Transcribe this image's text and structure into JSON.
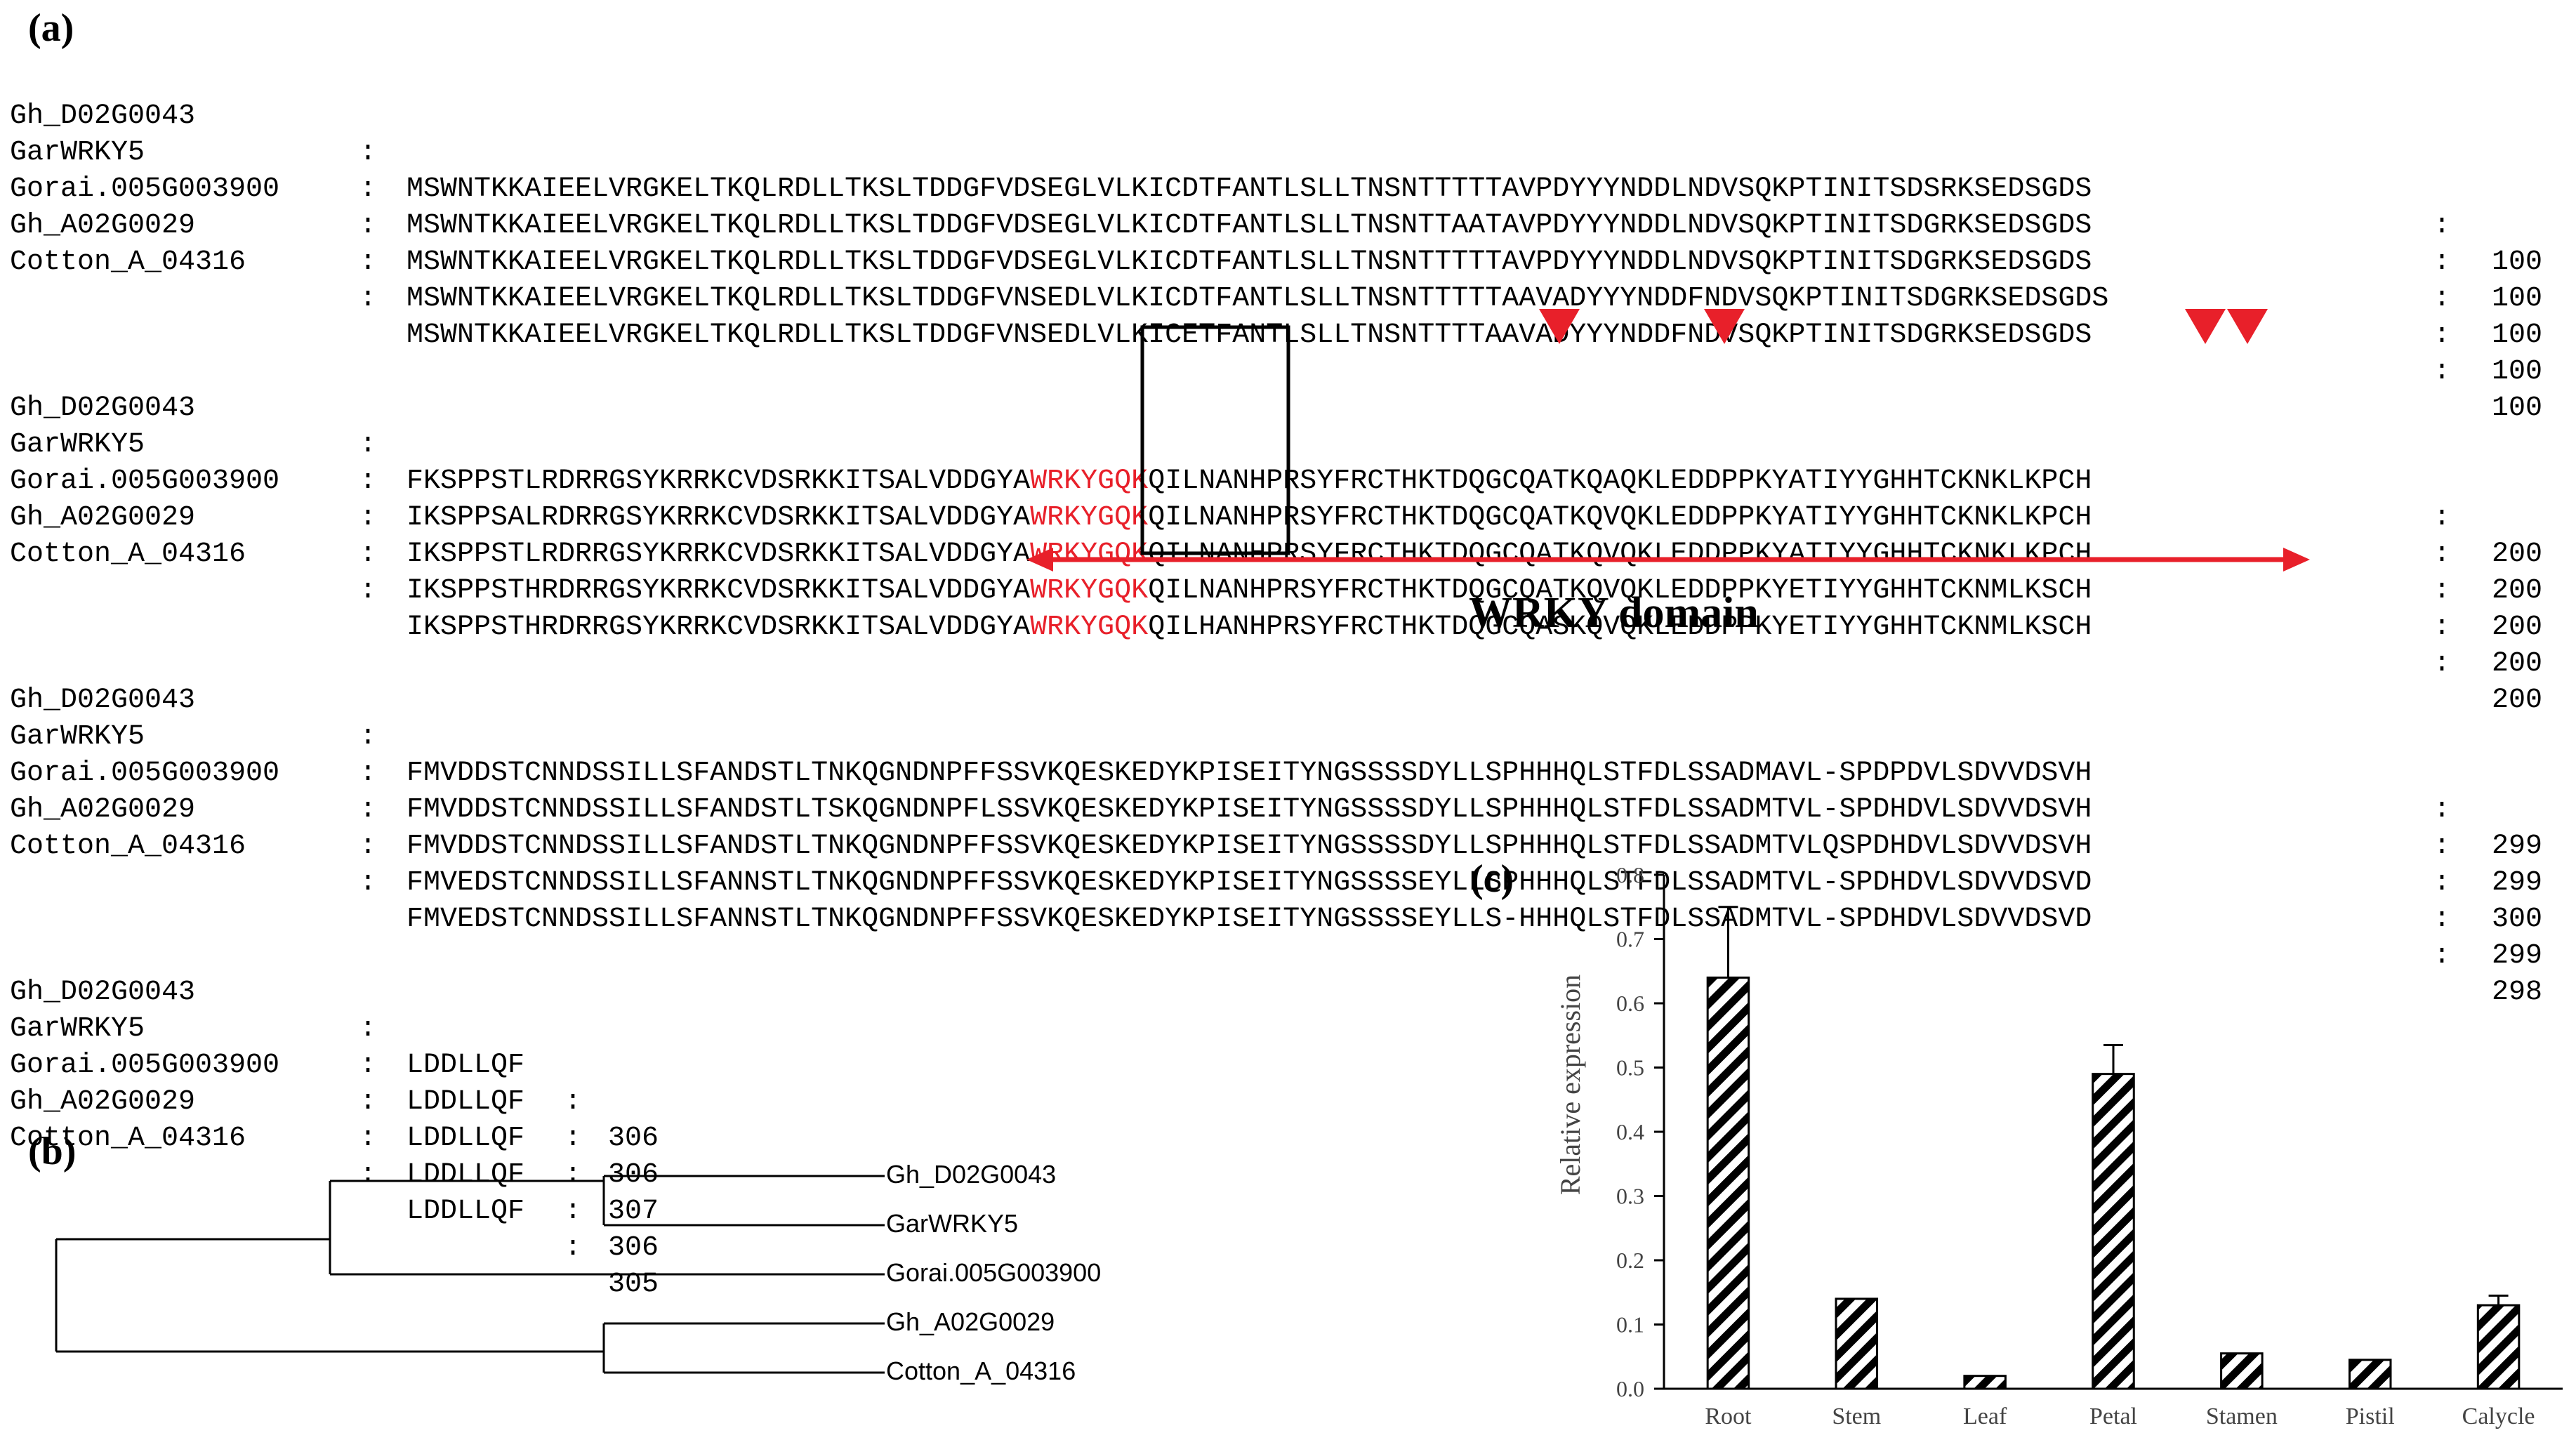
{
  "panel_labels": {
    "a": "(a)",
    "b": "(b)",
    "c": "(c)"
  },
  "alignment_blocks": [
    {
      "rows": [
        {
          "name": "Gh_D02G0043",
          "seq": "MSWNTKKAIEELVRGKELTKQLRDLLTKSLTDDGFVDSEGLVLKICDTFANTLSLLTNSNTTTTTAVPDYYYNDDLNDVSQKPTINITSDSRKSEDSGDS",
          "count": "100"
        },
        {
          "name": "GarWRKY5",
          "seq": "MSWNTKKAIEELVRGKELTKQLRDLLTKSLTDDGFVDSEGLVLKICDTFANTLSLLTNSNTTAATAVPDYYYNDDLNDVSQKPTINITSDGRKSEDSGDS",
          "count": "100"
        },
        {
          "name": "Gorai.005G003900",
          "seq": "MSWNTKKAIEELVRGKELTKQLRDLLTKSLTDDGFVDSEGLVLKICDTFANTLSLLTNSNTTTTTAVPDYYYNDDLNDVSQKPTINITSDGRKSEDSGDS",
          "count": "100"
        },
        {
          "name": "Gh_A02G0029",
          "seq": "MSWNTKKAIEELVRGKELTKQLRDLLTKSLTDDGFVNSEDLVLKICDTFANTLSLLTNSNTTTTTAAVADYYYNDDFNDVSQKPTINITSDGRKSEDSGDS",
          "count": "100"
        },
        {
          "name": "Cotton_A_04316",
          "seq": "MSWNTKKAIEELVRGKELTKQLRDLLTKSLTDDGFVNSEDLVLKICETFANTLSLLTNSNTTTTAAVADYYYNDDFNDVSQKPTINITSDGRKSEDSGDS",
          "count": "100"
        }
      ]
    },
    {
      "rows": [
        {
          "name": "Gh_D02G0043",
          "pre": "FKSPPSTLRDRRGSYKRRKCVDSRKKITSALVDDGYA",
          "motif": "WRKYGQK",
          "post": "QILNANHPRSYFRCTHKTDQGCQATKQAQKLEDDPPKYATIYYGHHTCKNKLKPCH",
          "count": "200"
        },
        {
          "name": "GarWRKY5",
          "pre": "IKSPPSALRDRRGSYKRRKCVDSRKKITSALVDDGYA",
          "motif": "WRKYGQK",
          "post": "QILNANHPRSYFRCTHKTDQGCQATKQVQKLEDDPPKYATIYYGHHTCKNKLKPCH",
          "count": "200"
        },
        {
          "name": "Gorai.005G003900",
          "pre": "IKSPPSTLRDRRGSYKRRKCVDSRKKITSALVDDGYA",
          "motif": "WRKYGQK",
          "post": "QILNANHPRSYFRCTHKTDQGCQATKQVQKLEDDPPKYATIYYGHHTCKNKLKPCH",
          "count": "200"
        },
        {
          "name": "Gh_A02G0029",
          "pre": "IKSPPSTHRDRRGSYKRRKCVDSRKKITSALVDDGYA",
          "motif": "WRKYGQK",
          "post": "QILNANHPRSYFRCTHKTDQGCQATKQVQKLEDDPPKYETIYYGHHTCKNMLKSCH",
          "count": "200"
        },
        {
          "name": "Cotton_A_04316",
          "pre": "IKSPPSTHRDRRGSYKRRKCVDSRKKITSALVDDGYA",
          "motif": "WRKYGQK",
          "post": "QILHANHPRSYFRCTHKTDQGCQASKQVQKLEDDPPKYETIYYGHHTCKNMLKSCH",
          "count": "200"
        }
      ],
      "domain_label": "WRKY domain"
    },
    {
      "rows": [
        {
          "name": "Gh_D02G0043",
          "seq": "FMVDDSTCNNDSSILLSFANDSTLTNKQGNDNPFFSSVKQESKEDYKPISEITYNGSSSSDYLLSPHHHQLSTFDLSSADMAVL-SPDPDVLSDVVDSVH",
          "count": "299"
        },
        {
          "name": "GarWRKY5",
          "seq": "FMVDDSTCNNDSSILLSFANDSTLTSKQGNDNPFLSSVKQESKEDYKPISEITYNGSSSSDYLLSPHHHQLSTFDLSSADMTVL-SPDHDVLSDVVDSVH",
          "count": "299"
        },
        {
          "name": "Gorai.005G003900",
          "seq": "FMVDDSTCNNDSSILLSFANDSTLTNKQGNDNPFFSSVKQESKEDYKPISEITYNGSSSSDYLLSPHHHQLSTFDLSSADMTVLQSPDHDVLSDVVDSVH",
          "count": "300"
        },
        {
          "name": "Gh_A02G0029",
          "seq": "FMVEDSTCNNDSSILLSFANNSTLTNKQGNDNPFFSSVKQESKEDYKPISEITYNGSSSSEYLLSPHHHQLSTFDLSSADMTVL-SPDHDVLSDVVDSVD",
          "count": "299"
        },
        {
          "name": "Cotton_A_04316",
          "seq": "FMVEDSTCNNDSSILLSFANNSTLTNKQGNDNPFFSSVKQESKEDYKPISEITYNGSSSSEYLLS-HHHQLSTFDLSSADMTVL-SPDHDVLSDVVDSVD",
          "count": "298"
        }
      ]
    },
    {
      "rows": [
        {
          "name": "Gh_D02G0043",
          "seq": "LDDLLQF",
          "count": "306"
        },
        {
          "name": "GarWRKY5",
          "seq": "LDDLLQF",
          "count": "306"
        },
        {
          "name": "Gorai.005G003900",
          "seq": "LDDLLQF",
          "count": "307"
        },
        {
          "name": "Gh_A02G0029",
          "seq": "LDDLLQF",
          "count": "306"
        },
        {
          "name": "Cotton_A_04316",
          "seq": "LDDLLQF",
          "count": "305"
        }
      ]
    }
  ],
  "colon": ":",
  "tree": {
    "leaves": [
      "Gh_D02G0043",
      "GarWRKY5",
      "Gorai.005G003900",
      "Gh_A02G0029",
      "Cotton_A_04316"
    ]
  },
  "colors": {
    "motif": "#e8202a",
    "arrow": "#e8202a",
    "bar": "#000000"
  },
  "chart_data": {
    "type": "bar",
    "categories": [
      "Root",
      "Stem",
      "Leaf",
      "Petal",
      "Stamen",
      "Pistil",
      "Calycle"
    ],
    "values": [
      0.64,
      0.14,
      0.02,
      0.49,
      0.055,
      0.045,
      0.13
    ],
    "errors": [
      0.11,
      0.0,
      0.0,
      0.045,
      0.0,
      0.0,
      0.015
    ],
    "ylabel": "Relative expression",
    "ylim": [
      0,
      0.8
    ],
    "yticks": [
      "0.0",
      "0.1",
      "0.2",
      "0.3",
      "0.4",
      "0.5",
      "0.6",
      "0.7",
      "0.8"
    ],
    "fill": "hatched",
    "grid": false
  }
}
